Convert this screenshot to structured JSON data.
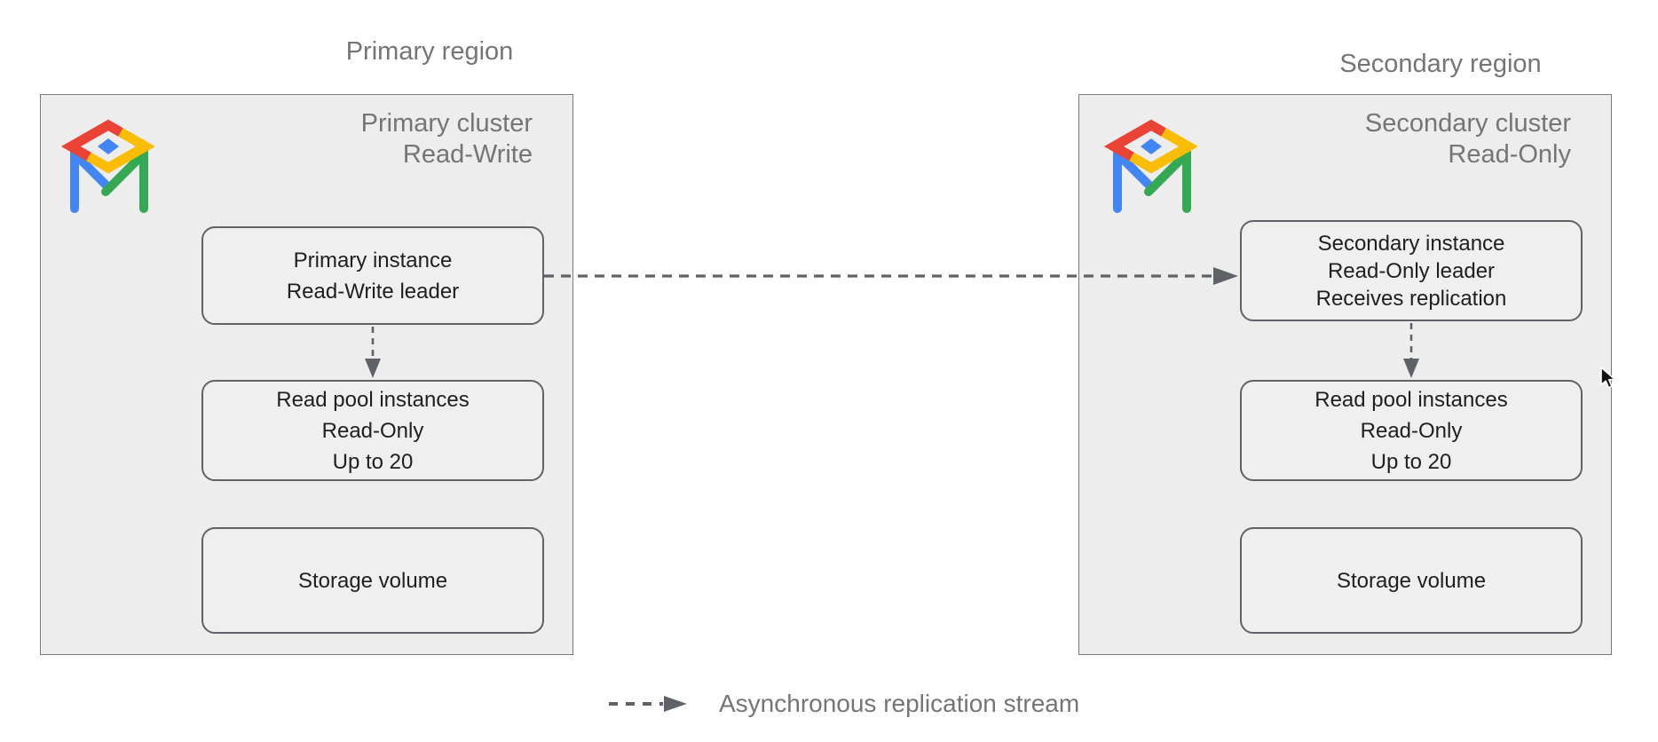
{
  "diagram": {
    "regions": [
      {
        "region_label": "Primary region",
        "cluster_title": [
          "Primary cluster",
          "Read-Write"
        ],
        "nodes": [
          {
            "lines": [
              "Primary instance",
              "Read-Write leader"
            ]
          },
          {
            "lines": [
              "Read pool instances",
              "Read-Only",
              "Up to 20"
            ]
          },
          {
            "lines": [
              "Storage volume"
            ]
          }
        ]
      },
      {
        "region_label": "Secondary region",
        "cluster_title": [
          "Secondary cluster",
          "Read-Only"
        ],
        "nodes": [
          {
            "lines": [
              "Secondary instance",
              "Read-Only leader",
              "Receives replication"
            ]
          },
          {
            "lines": [
              "Read pool instances",
              "Read-Only",
              "Up to 20"
            ]
          },
          {
            "lines": [
              "Storage volume"
            ]
          }
        ]
      }
    ],
    "arrows": {
      "replication_arrow": "primary-instance to secondary-instance, dashed",
      "primary_internal_arrow": "primary-instance to read-pool, dashed",
      "secondary_internal_arrow": "secondary-instance to read-pool, dashed"
    },
    "legend": {
      "label": "Asynchronous replication stream"
    },
    "icons": {
      "cluster_icon": "alloydb-icon"
    },
    "colors": {
      "icon_red": "#EA4335",
      "icon_yellow": "#FBBC04",
      "icon_green": "#34A853",
      "icon_blue": "#4285F4",
      "cluster_fill": "#EDEDED",
      "node_fill": "#EFEFEF",
      "node_border": "#5F6368",
      "cluster_border": "#7A7A7A",
      "label_gray": "#757575",
      "text_dark": "#1F1F1F",
      "arrow_gray": "#5F6368"
    }
  }
}
